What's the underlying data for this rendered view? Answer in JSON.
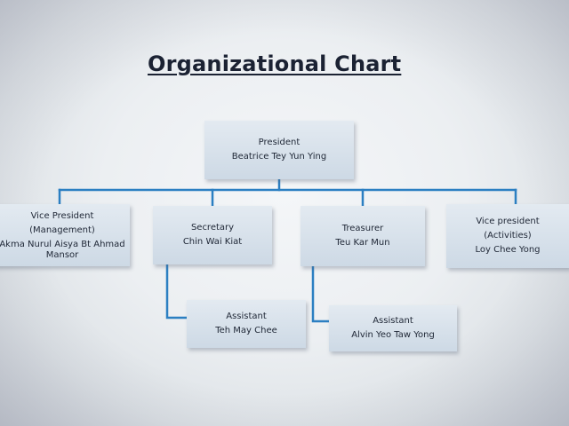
{
  "title": "Organizational Chart",
  "colors": {
    "connector": "#2b7fc2",
    "box_fill": "#d6e0ea",
    "text": "#1e2635"
  },
  "nodes": {
    "president": {
      "role": "President",
      "name": "Beatrice Tey Yun Ying"
    },
    "vp_management": {
      "role": "Vice President",
      "role_sub": "(Management)",
      "name": "Akma Nurul Aisya Bt Ahmad Mansor"
    },
    "secretary": {
      "role": "Secretary",
      "name": "Chin Wai Kiat"
    },
    "treasurer": {
      "role": "Treasurer",
      "name": "Teu Kar Mun"
    },
    "vp_activities": {
      "role": "Vice president",
      "role_sub": "(Activities)",
      "name": "Loy Chee Yong"
    },
    "assistant_secretary": {
      "role": "Assistant",
      "name": "Teh May Chee"
    },
    "assistant_treasurer": {
      "role": "Assistant",
      "name": "Alvin Yeo Taw Yong"
    }
  }
}
